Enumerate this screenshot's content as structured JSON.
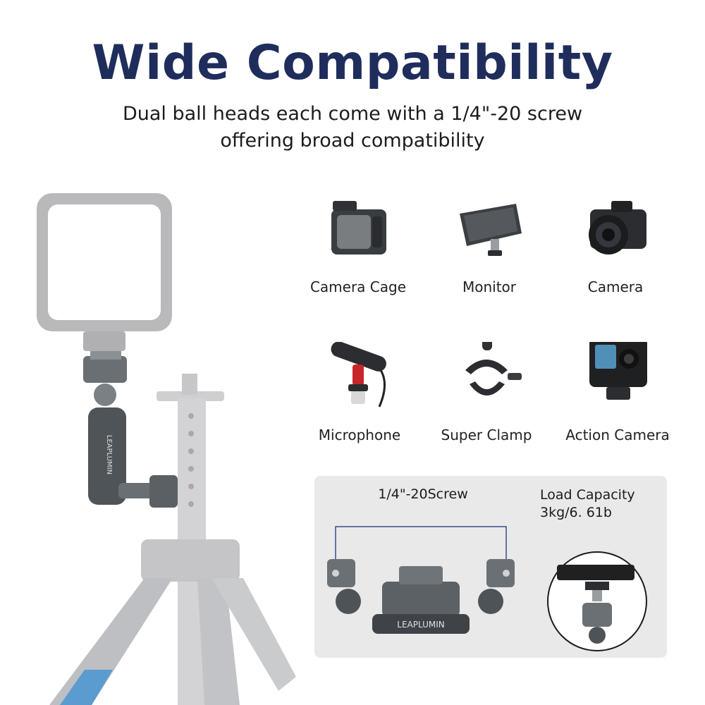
{
  "header": {
    "title": "Wide Compatibility",
    "subtitle_line1": "Dual ball heads each come with a 1/4\"-20 screw",
    "subtitle_line2": "offering broad compatibility"
  },
  "devices": [
    {
      "label": "Camera Cage",
      "icon": "camera-cage-icon"
    },
    {
      "label": "Monitor",
      "icon": "monitor-icon"
    },
    {
      "label": "Camera",
      "icon": "camera-icon"
    },
    {
      "label": "Microphone",
      "icon": "microphone-icon"
    },
    {
      "label": "Super Clamp",
      "icon": "super-clamp-icon"
    },
    {
      "label": "Action Camera",
      "icon": "action-camera-icon"
    }
  ],
  "detail": {
    "screw_label": "1/4\"-20Screw",
    "load_title": "Load Capacity",
    "load_value": "3kg/6. 61b"
  },
  "brand": {
    "arm_text": "LEAPLUMIN",
    "plate_text": "LEAPLUMIN"
  },
  "colors": {
    "title": "#1f2d5c",
    "panel": "#e9e9ea",
    "metal": "#5f6468",
    "tripod_blue": "#3b86c6"
  }
}
